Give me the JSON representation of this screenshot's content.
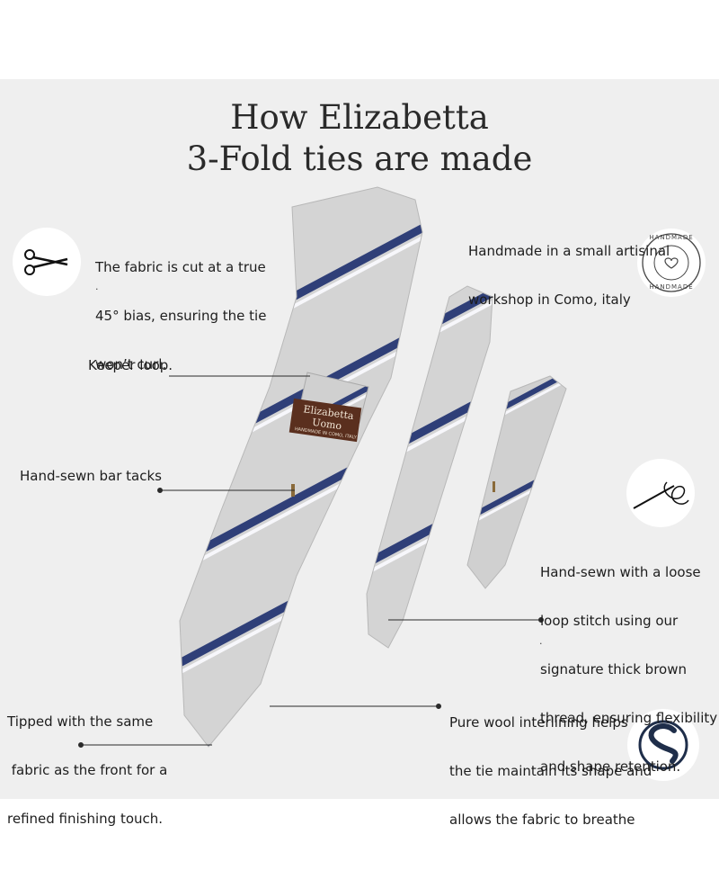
{
  "title": {
    "line1": "How Elizabetta",
    "line2": "3-Fold ties are made"
  },
  "annotations": {
    "bias": {
      "line1": "The fabric is cut at a true",
      "line2": "45° bias, ensuring the tie",
      "line3": "won’t curl.",
      "trailing": "."
    },
    "handmade": {
      "line1": "Handmade in a small artisinal",
      "line2": "workshop in Como, italy"
    },
    "keeper": "Keeper loop.",
    "bartacks": "Hand-sewn bar tacks",
    "loopstitch": {
      "line1": "Hand-sewn with a loose",
      "line2": "loop stitch using our",
      "line3": "signature thick brown",
      "line4": "thread, ensuring flexibility",
      "line5": "and shape retention.",
      "trailing": "."
    },
    "tipped": {
      "line1": "Tipped with the same",
      "line2": " fabric as the front for a",
      "line3": "refined finishing touch."
    },
    "wool": {
      "line1": "Pure wool interlining helps",
      "line2": "the tie maintain its shape and",
      "line3": "allows the fabric to breathe"
    }
  },
  "label": {
    "brand": "Elizabetta Uomo",
    "sub": "HANDMADE IN COMO, ITALY"
  },
  "stamp": {
    "text": "HANDMADE",
    "text_bottom": "HANDMADE"
  },
  "icons": [
    "scissors-icon",
    "needle-thread-icon",
    "handmade-stamp-icon",
    "brand-logo-icon"
  ],
  "colors": {
    "background": "#efefef",
    "tie_base": "#d4d4d4",
    "stripe_navy": "#2f3f78",
    "stripe_white": "#f7f7fb",
    "label_brown": "#5a2f1e",
    "logo_navy": "#1f2e4a"
  }
}
